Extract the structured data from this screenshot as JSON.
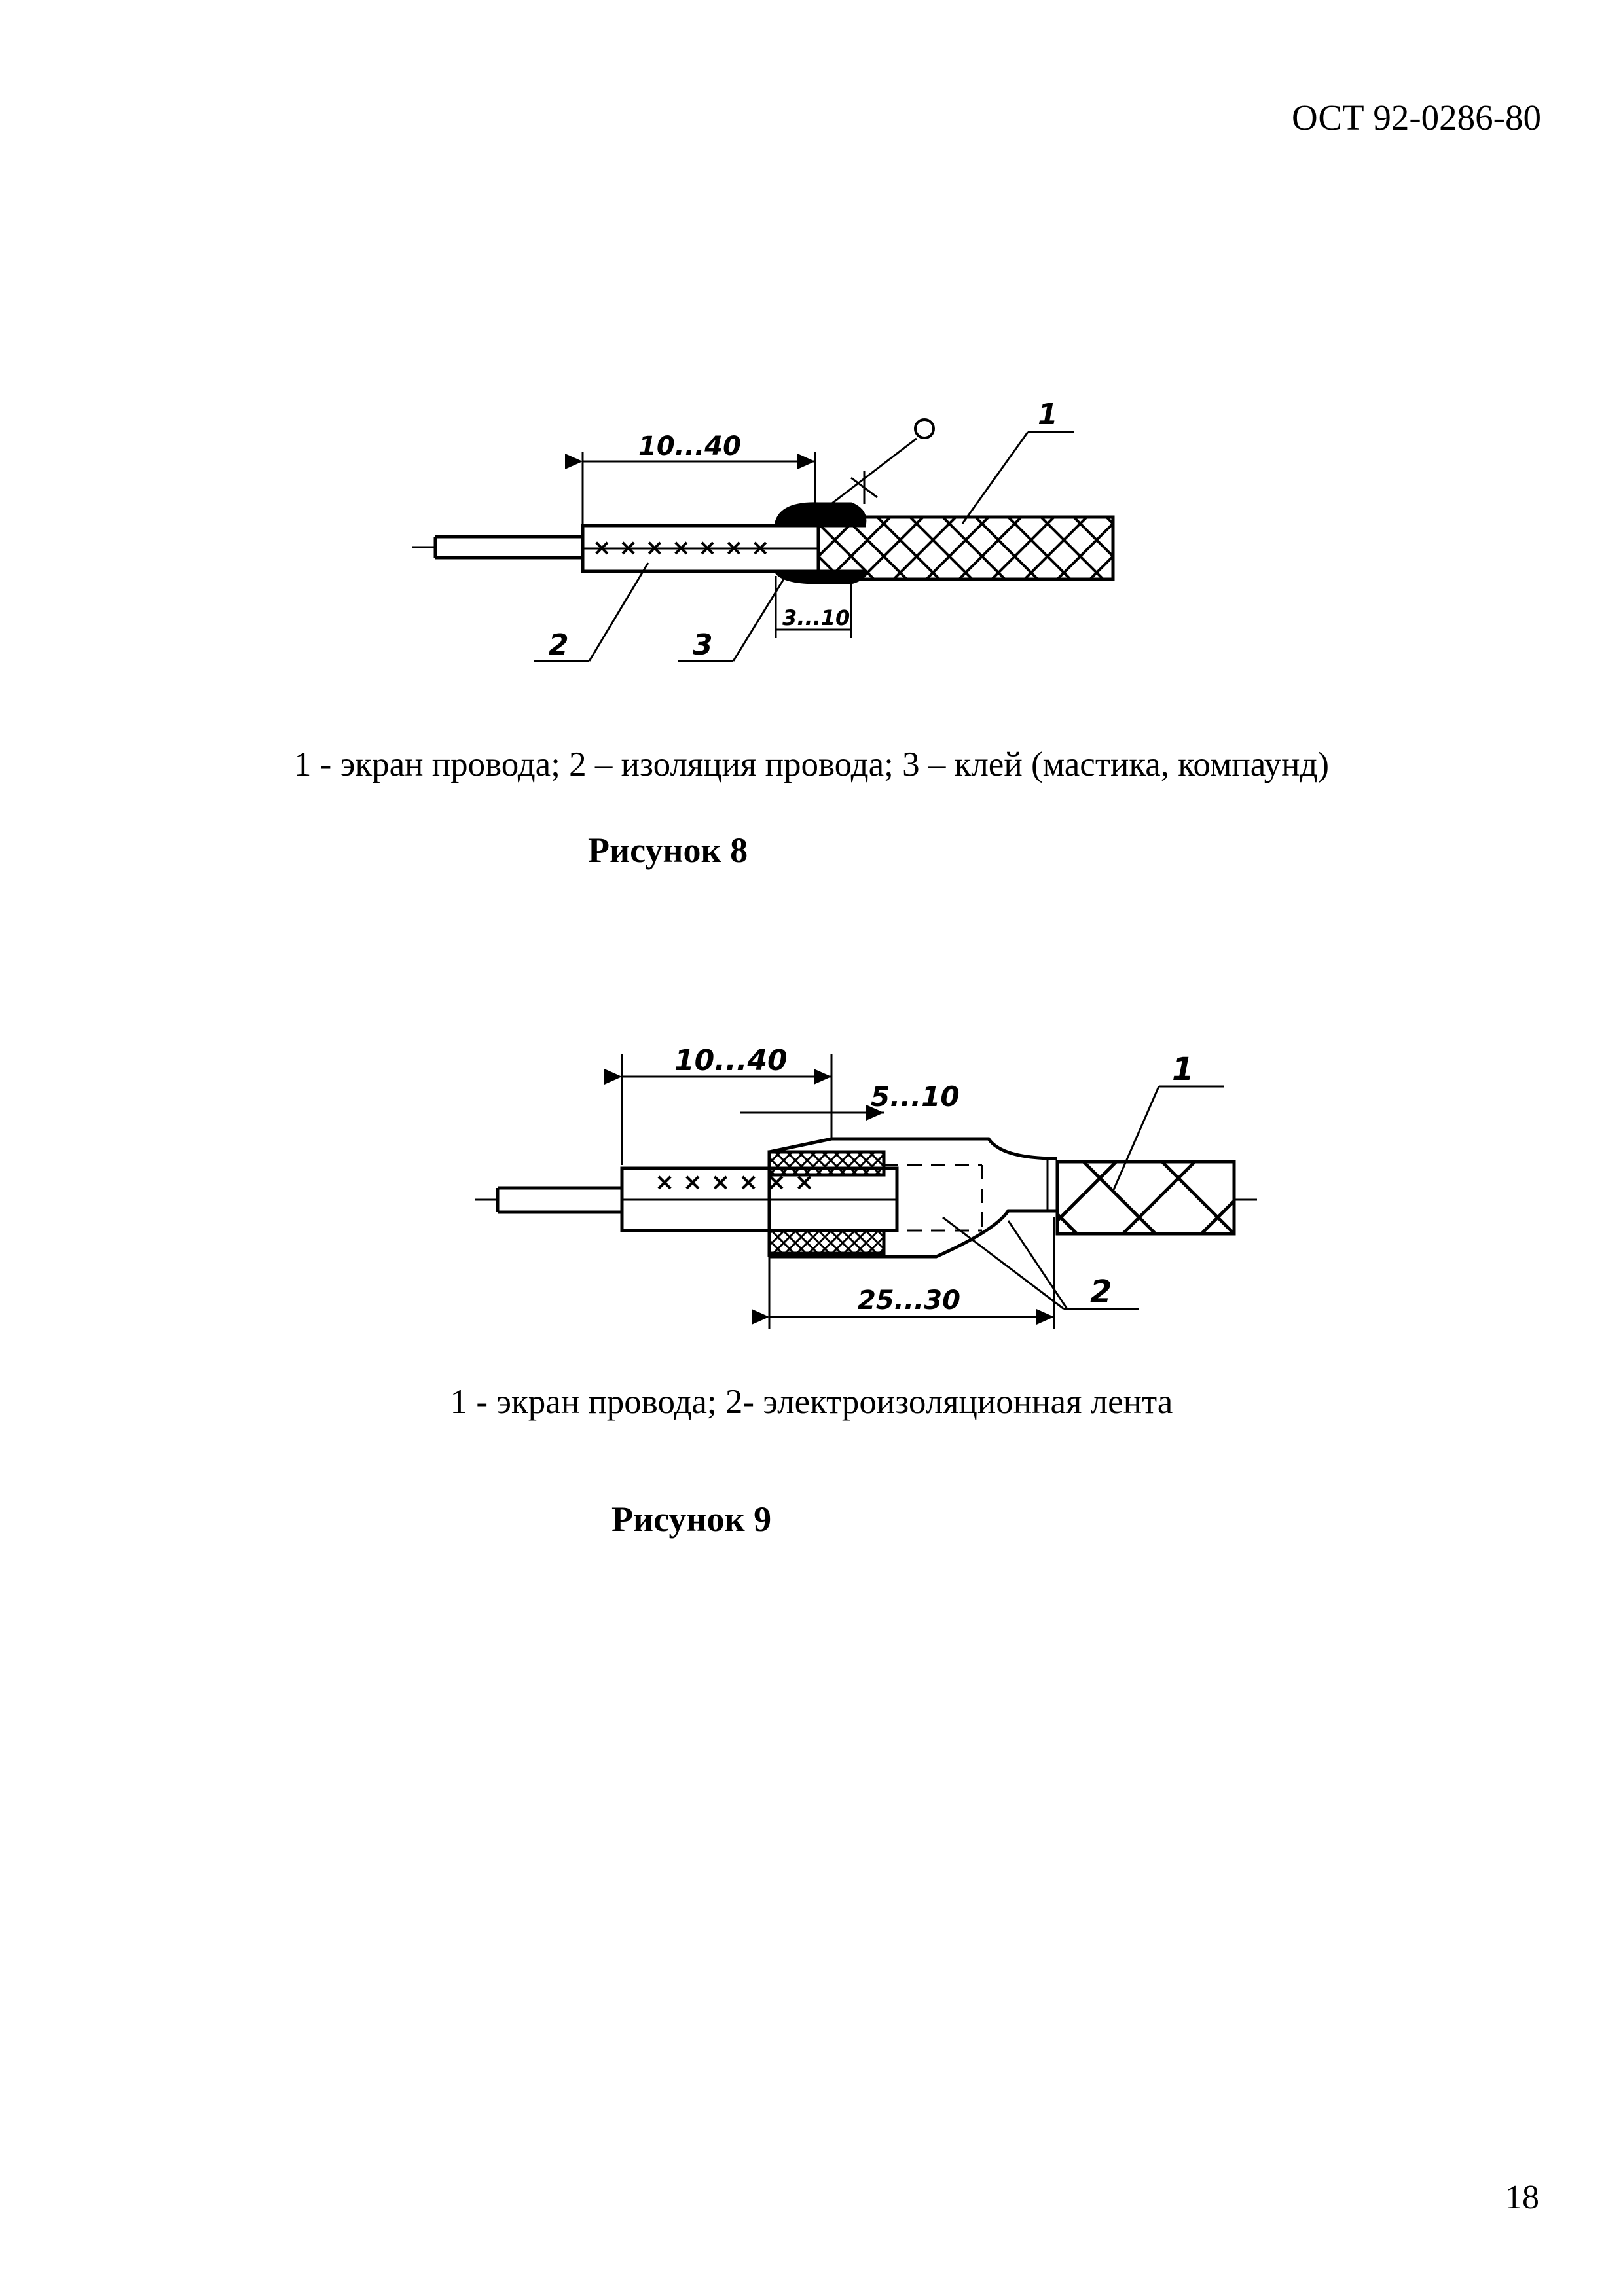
{
  "header": {
    "doc_code": "ОСТ 92-0286-80"
  },
  "figure8": {
    "dims": {
      "strip": "10...40",
      "glue": "3...10"
    },
    "callouts": {
      "c1": "1",
      "c2": "2",
      "c3": "3"
    },
    "legend": "1 - экран провода; 2 – изоляция провода; 3 – клей (мастика, компаунд)",
    "title": "Рисунок 8"
  },
  "figure9": {
    "dims": {
      "strip": "10...40",
      "overlap": "5...10",
      "tape": "25...30"
    },
    "callouts": {
      "c1": "1",
      "c2": "2"
    },
    "legend": "1 - экран провода; 2- электроизоляционная лента",
    "title": "Рисунок 9"
  },
  "footer": {
    "page_number": "18"
  }
}
